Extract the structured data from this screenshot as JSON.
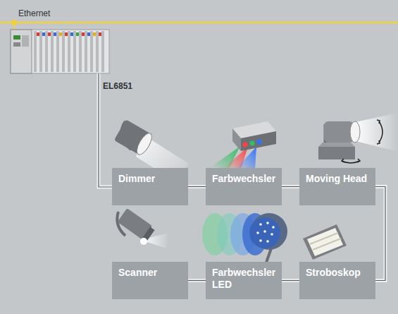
{
  "diagram": {
    "nodes": [
      {
        "text": [
          "Dimmer"
        ]
      },
      {
        "text": [
          "Farbwechsler"
        ]
      },
      {
        "text": [
          "Moving Head"
        ]
      },
      {
        "text": [
          "Scanner"
        ]
      },
      {
        "text": [
          "Farbwechsler LED"
        ]
      },
      {
        "text": [
          "Stroboskop"
        ]
      }
    ],
    "edges": [
      {
        "from": 0,
        "to": 1,
        "arrow": "none"
      },
      {
        "from": 1,
        "to": 2,
        "arrow": "none"
      },
      {
        "from": 2,
        "to": 5,
        "arrow": "none"
      },
      {
        "from": 5,
        "to": 4,
        "arrow": "none"
      },
      {
        "from": 4,
        "to": 3,
        "arrow": "none"
      }
    ],
    "labels": [
      "Ethernet",
      "EL6851"
    ]
  }
}
